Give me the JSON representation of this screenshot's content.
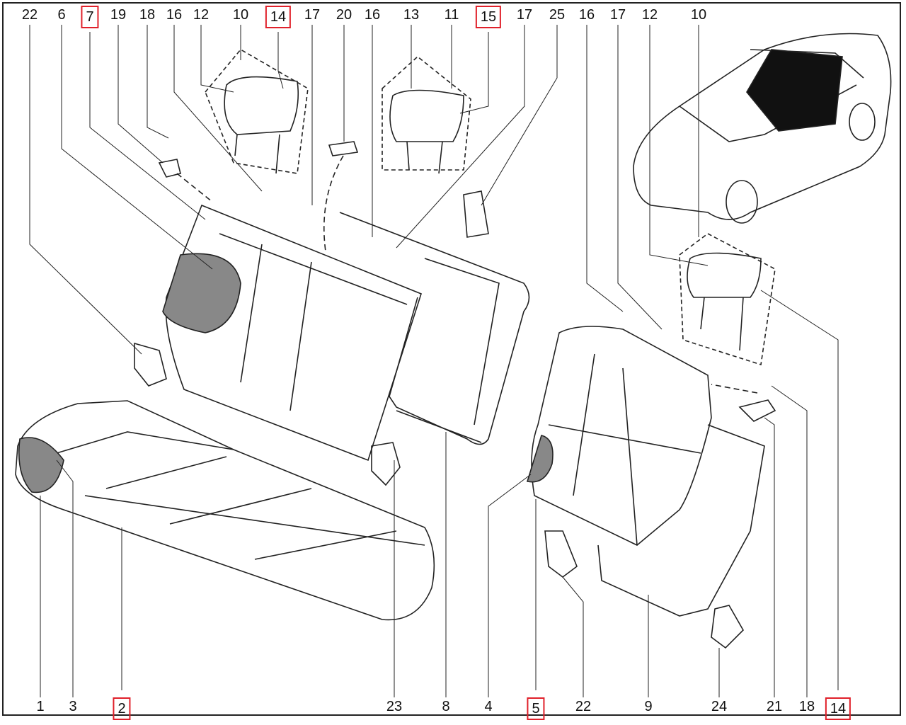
{
  "diagram": {
    "title_hidden": null,
    "highlight_color": "#e0202a",
    "top_labels": [
      {
        "text": "22",
        "boxed": false
      },
      {
        "text": "6",
        "boxed": false
      },
      {
        "text": "7",
        "boxed": true
      },
      {
        "text": "19",
        "boxed": false
      },
      {
        "text": "18",
        "boxed": false
      },
      {
        "text": "16",
        "boxed": false
      },
      {
        "text": "12",
        "boxed": false
      },
      {
        "text": "10",
        "boxed": false
      },
      {
        "text": "14",
        "boxed": true
      },
      {
        "text": "17",
        "boxed": false
      },
      {
        "text": "20",
        "boxed": false
      },
      {
        "text": "16",
        "boxed": false
      },
      {
        "text": "13",
        "boxed": false
      },
      {
        "text": "11",
        "boxed": false
      },
      {
        "text": "15",
        "boxed": true
      },
      {
        "text": "17",
        "boxed": false
      },
      {
        "text": "25",
        "boxed": false
      },
      {
        "text": "16",
        "boxed": false
      },
      {
        "text": "17",
        "boxed": false
      },
      {
        "text": "12",
        "boxed": false
      },
      {
        "text": "10",
        "boxed": false
      }
    ],
    "bottom_labels": [
      {
        "text": "1",
        "boxed": false
      },
      {
        "text": "3",
        "boxed": false
      },
      {
        "text": "2",
        "boxed": true
      },
      {
        "text": "23",
        "boxed": false
      },
      {
        "text": "8",
        "boxed": false
      },
      {
        "text": "4",
        "boxed": false
      },
      {
        "text": "5",
        "boxed": true
      },
      {
        "text": "22",
        "boxed": false
      },
      {
        "text": "9",
        "boxed": false
      },
      {
        "text": "24",
        "boxed": false
      },
      {
        "text": "21",
        "boxed": false
      },
      {
        "text": "18",
        "boxed": false
      },
      {
        "text": "14",
        "boxed": true
      }
    ]
  }
}
